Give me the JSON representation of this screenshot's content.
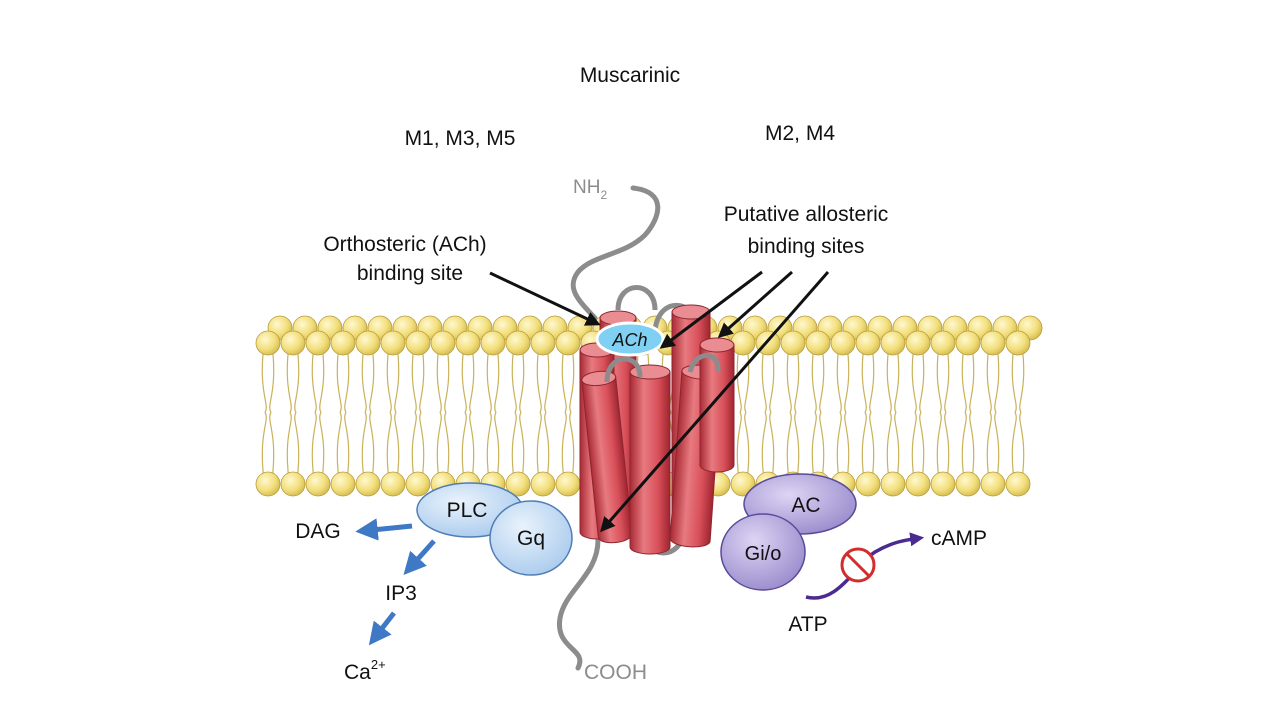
{
  "title": "Muscarinic",
  "groups": {
    "left": "M1, M3, M5",
    "right": "M2, M4"
  },
  "receptor": {
    "n_terminus": "NH",
    "n_terminus_sub": "2",
    "c_terminus": "COOH",
    "ligand": "ACh"
  },
  "labels": {
    "orthosteric_line1": "Orthosteric (ACh)",
    "orthosteric_line2": "binding site",
    "allosteric_line1": "Putative allosteric",
    "allosteric_line2": "binding sites"
  },
  "gq_pathway": {
    "plc": "PLC",
    "gq": "Gq",
    "dag": "DAG",
    "ip3": "IP3",
    "ca": "Ca",
    "ca_sup": "2+"
  },
  "gi_pathway": {
    "ac": "AC",
    "gio": "Gi/o",
    "camp": "cAMP",
    "atp": "ATP"
  },
  "colors": {
    "lipid_head": "#f2df7c",
    "lipid_tail": "#c9b25a",
    "helix": "#d9505a",
    "tether": "#8c8c8c",
    "gq_protein": "#bcd7f2",
    "gi_protein": "#b1a4dc",
    "blue_arrow": "#3f78c4",
    "purple_arrow": "#4b2b8f",
    "inhibit": "#d42c2c",
    "ach_fill": "#7fd0f2"
  }
}
